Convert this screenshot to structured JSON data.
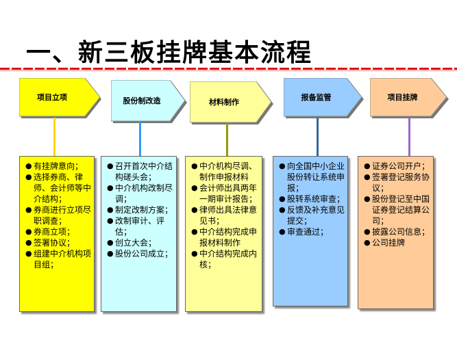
{
  "title": "一、新三板挂牌基本流程",
  "colors": {
    "yellow": "#ffff00",
    "cyan": "#ccffff",
    "lightyellow": "#ffff99",
    "blue": "#99ccff",
    "peach": "#ffcc99"
  },
  "steps": [
    {
      "label": "项目立项",
      "items": [
        "有挂牌意向；",
        "选择券商、律师、会计师等中介结构；",
        "券商进行立项尽职调查；",
        "券商立项；",
        "签署协议；",
        "组建中介机构项目组；"
      ]
    },
    {
      "label": "股份制改造",
      "items": [
        "召开首次中介结构磋头会；",
        "中介机构改制尽调；",
        "制定改制方案；",
        "改制审计、评估；",
        "创立大会；",
        "股份公司成立；"
      ]
    },
    {
      "label": "材料制作",
      "items": [
        "中介机构尽调、制作申报材料",
        "会计师出具两年一期审计报告；",
        "律师出具法律意见书；",
        "中介结构完成申报材料制作",
        "中介结构完成内核；"
      ]
    },
    {
      "label": "报备监管",
      "items": [
        "向全国中小企业股份转让系统申报；",
        "股转系统审查；",
        "反馈及补充意见提交；",
        "审查通过；"
      ]
    },
    {
      "label": "项目挂牌",
      "items": [
        "证券公司开户；",
        "签署登记服务协议；",
        "股份登记至中国证券登记结算公司；",
        "披露公司信息；",
        "公司挂牌"
      ]
    }
  ]
}
